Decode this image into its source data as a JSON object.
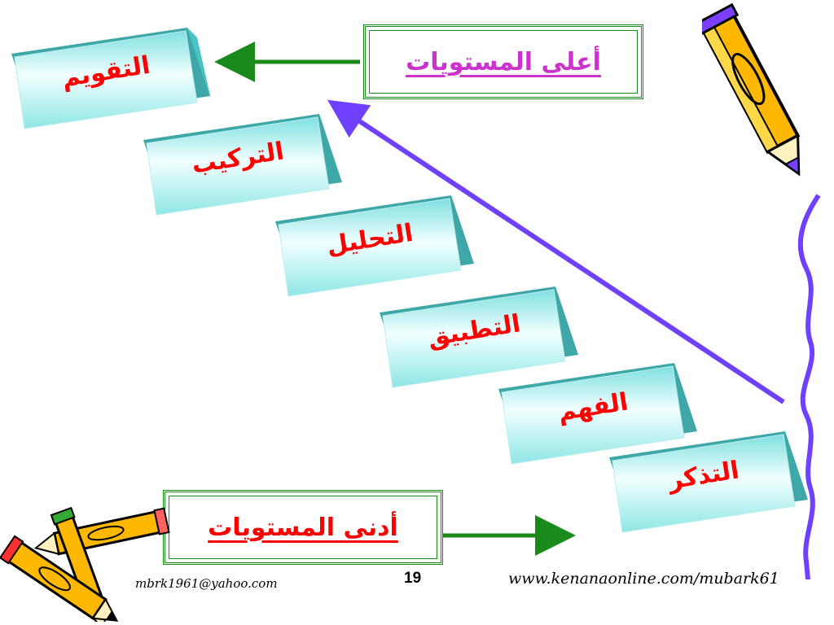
{
  "steps": [
    {
      "label": "التقويم"
    },
    {
      "label": "التركيب"
    },
    {
      "label": "التحليل"
    },
    {
      "label": "التطبيق"
    },
    {
      "label": "الفهم"
    },
    {
      "label": "التذكر"
    }
  ],
  "top_level": {
    "label": "أعلى المستويات",
    "color": "#cc33cc"
  },
  "bottom_level": {
    "label": "أدنى  المستويات",
    "color": "#ff0000"
  },
  "footer": {
    "email": "mbrk1961@yahoo.com",
    "page_number": "19",
    "website": "www.kenanaonline.com/mubark61"
  },
  "colors": {
    "step_text": "#ff0000",
    "block_front": "#ccf6f6",
    "block_side": "#48c4c4",
    "arrow_green": "#1a8a1a",
    "arrow_purple": "#7040ff",
    "wavy_line": "#7040ff"
  },
  "icons": [
    "pencil-icon",
    "pencils-cluster-icon"
  ]
}
